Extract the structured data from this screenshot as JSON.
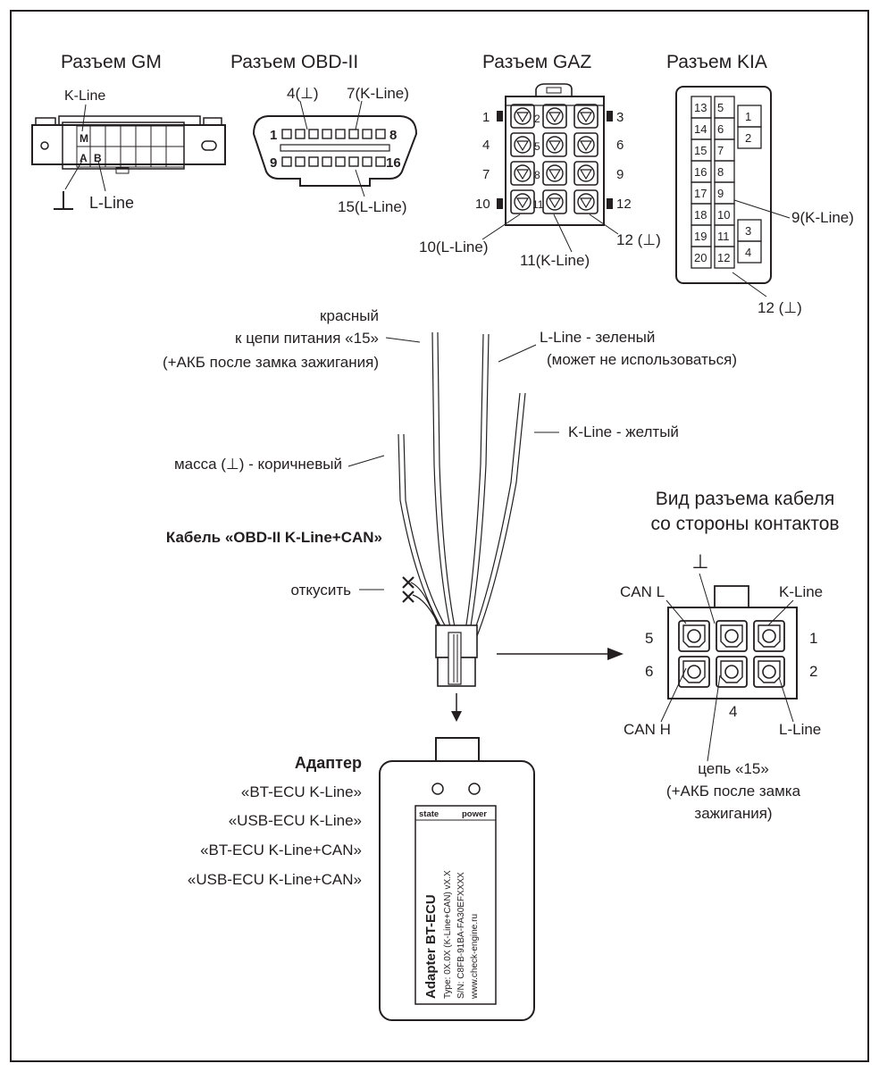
{
  "connectors": {
    "gm": {
      "title": "Разъем GM",
      "pin_m": "M",
      "pin_a": "A",
      "pin_b": "B",
      "k_line": "K-Line",
      "l_line": "L-Line",
      "ground": "⊥"
    },
    "obd": {
      "title": "Разъем OBD-II",
      "pin4": "4(⊥)",
      "pin7": "7(K-Line)",
      "pin15": "15(L-Line)",
      "row1_start": "1",
      "row1_end": "8",
      "row2_start": "9",
      "row2_end": "16"
    },
    "gaz": {
      "title": "Разъем GAZ",
      "side_left": [
        "1",
        "4",
        "7",
        "10"
      ],
      "side_right": [
        "3",
        "6",
        "9",
        "12"
      ],
      "inner": [
        "2",
        "5",
        "8",
        "11"
      ],
      "pin10": "10(L-Line)",
      "pin11": "11(K-Line)",
      "pin12": "12 (⊥)"
    },
    "kia": {
      "title": "Разъем KIA",
      "left_col": [
        "13",
        "14",
        "15",
        "16",
        "17",
        "18",
        "19",
        "20"
      ],
      "mid_col": [
        "5",
        "6",
        "7",
        "8",
        "9",
        "10",
        "11",
        "12"
      ],
      "right_top": [
        "1",
        "2"
      ],
      "right_bottom": [
        "3",
        "4"
      ],
      "pin9": "9(K-Line)",
      "pin12": "12 (⊥)"
    }
  },
  "wires": {
    "red": [
      "красный",
      "к цепи питания «15»",
      "(+АКБ после замка зажигания)"
    ],
    "green": [
      "L-Line - зеленый",
      "(может не использоваться)"
    ],
    "yellow": "K-Line - желтый",
    "brown": "масса (⊥) - коричневый",
    "cut": "откусить"
  },
  "cable_title": "Кабель «OBD-II K-Line+CAN»",
  "cable_view": {
    "title": [
      "Вид разъема кабеля",
      "со стороны контактов"
    ],
    "ground": "⊥",
    "can_l": "CAN L",
    "k_line": "K-Line",
    "can_h": "CAN H",
    "l_line": "L-Line",
    "pins": [
      "5",
      "1",
      "6",
      "2",
      "4"
    ],
    "circuit": [
      "цепь «15»",
      "(+АКБ после замка",
      "зажигания)"
    ]
  },
  "adapter": {
    "title": "Адаптер",
    "models": [
      "«BT-ECU K-Line»",
      "«USB-ECU K-Line»",
      "«BT-ECU K-Line+CAN»",
      "«USB-ECU K-Line+CAN»"
    ],
    "state": "state",
    "power": "power",
    "label_title": "Adapter BT-ECU",
    "label_type": "Type: 0X.0X (K-Line+CAN) vX.X",
    "label_sn": "S/N: C8FB-91BA-FA30EFXXXX",
    "label_url": "www.check-engine.ru"
  }
}
